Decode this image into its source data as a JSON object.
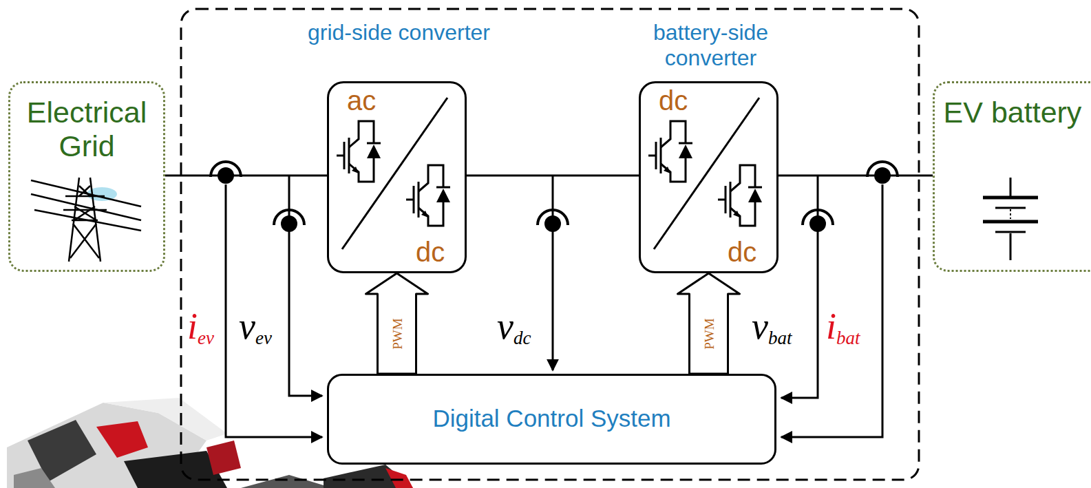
{
  "diagram": {
    "nodes": [
      {
        "text": [
          "Electrical Grid"
        ]
      },
      {
        "text": [
          "grid-side converter",
          "ac",
          "dc"
        ]
      },
      {
        "text": [
          "battery-side converter",
          "dc",
          "dc"
        ]
      },
      {
        "text": [
          "EV battery"
        ]
      },
      {
        "text": [
          "Digital Control System"
        ]
      }
    ],
    "edges": [
      {
        "from": 0,
        "to": 1,
        "arrow": "none"
      },
      {
        "from": 1,
        "to": 2,
        "arrow": "none"
      },
      {
        "from": 2,
        "to": 3,
        "arrow": "none"
      },
      {
        "from": 4,
        "to": 1,
        "label": "PWM",
        "arrow": "to"
      },
      {
        "from": 4,
        "to": 2,
        "label": "PWM",
        "arrow": "to"
      }
    ],
    "labels": [
      "i",
      "ev",
      "v",
      "ev",
      "v",
      "dc",
      "v",
      "bat",
      "i",
      "bat"
    ]
  }
}
